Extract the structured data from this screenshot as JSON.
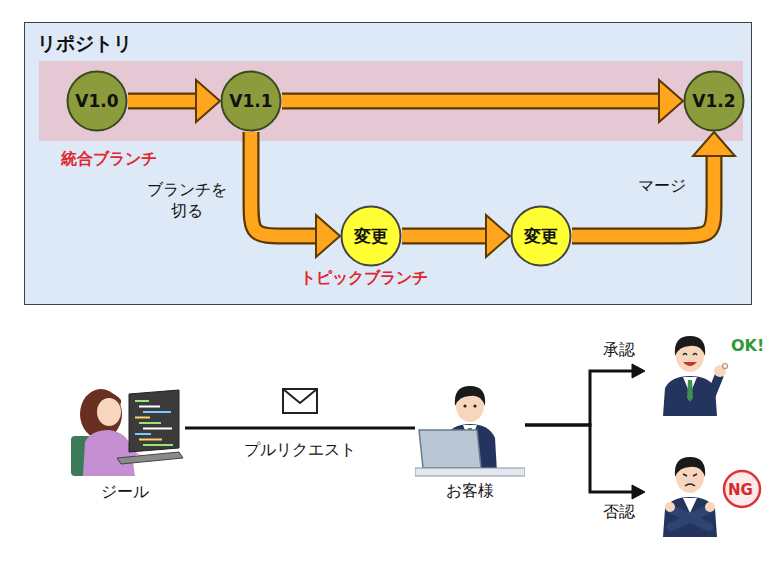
{
  "diagram": {
    "nodes": [
      {
        "text": [
          "リポジトリ"
        ]
      },
      {
        "text": [
          "統合ブランチ"
        ],
        "in": 0
      },
      {
        "text": [
          "V1.0"
        ],
        "in": 1
      },
      {
        "text": [
          "V1.1"
        ],
        "in": 1
      },
      {
        "text": [
          "V1.2"
        ],
        "in": 1
      },
      {
        "text": [
          "変更"
        ],
        "in": 0
      },
      {
        "text": [
          "変更"
        ],
        "in": 0
      },
      {
        "text": [
          "ジール"
        ]
      },
      {
        "text": [
          "お客様"
        ]
      },
      {
        "text": [
          "OK!"
        ]
      },
      {
        "text": [
          "NG"
        ]
      }
    ],
    "edges": [
      {
        "from": 2,
        "to": 3,
        "arrow": "to"
      },
      {
        "from": 3,
        "to": 4,
        "arrow": "to"
      },
      {
        "from": 3,
        "to": 5,
        "label": "ブランチを切る",
        "arrow": "to"
      },
      {
        "from": 5,
        "to": 6,
        "arrow": "to"
      },
      {
        "from": 6,
        "to": 4,
        "label": "マージ",
        "arrow": "to"
      },
      {
        "from": 7,
        "to": 8,
        "label": "プルリクエスト",
        "arrow": "none"
      },
      {
        "from": 8,
        "to": 9,
        "label": "承認",
        "arrow": "to"
      },
      {
        "from": 8,
        "to": 10,
        "label": "否認",
        "arrow": "to"
      }
    ],
    "labels": [
      "トピックブランチ"
    ]
  }
}
